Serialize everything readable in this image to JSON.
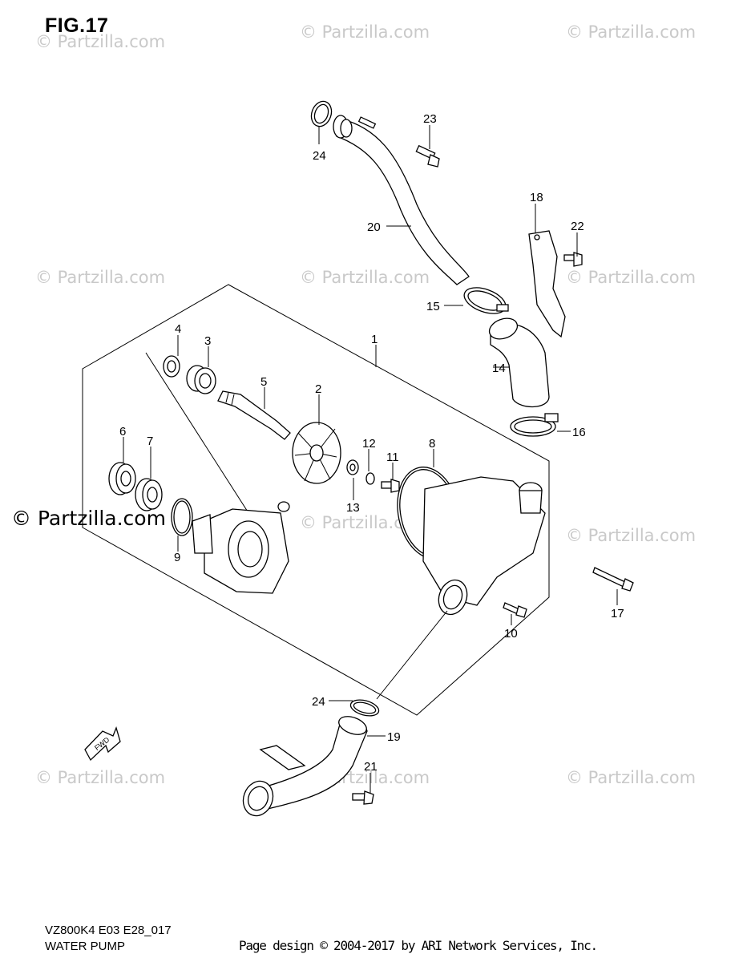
{
  "figure": {
    "title": "FIG.17",
    "model_code": "VZ800K4 E03 E28_017",
    "subtitle": "WATER PUMP",
    "credit": "Page design © 2004-2017 by ARI Network Services, Inc."
  },
  "watermark": {
    "text": "© Partzilla.com",
    "color": "#c9c9c9"
  },
  "direction_badge": "FWD",
  "callouts": [
    "1",
    "2",
    "3",
    "4",
    "5",
    "6",
    "7",
    "8",
    "9",
    "10",
    "11",
    "12",
    "13",
    "14",
    "15",
    "16",
    "17",
    "18",
    "19",
    "20",
    "21",
    "22",
    "23",
    "24",
    "24"
  ]
}
